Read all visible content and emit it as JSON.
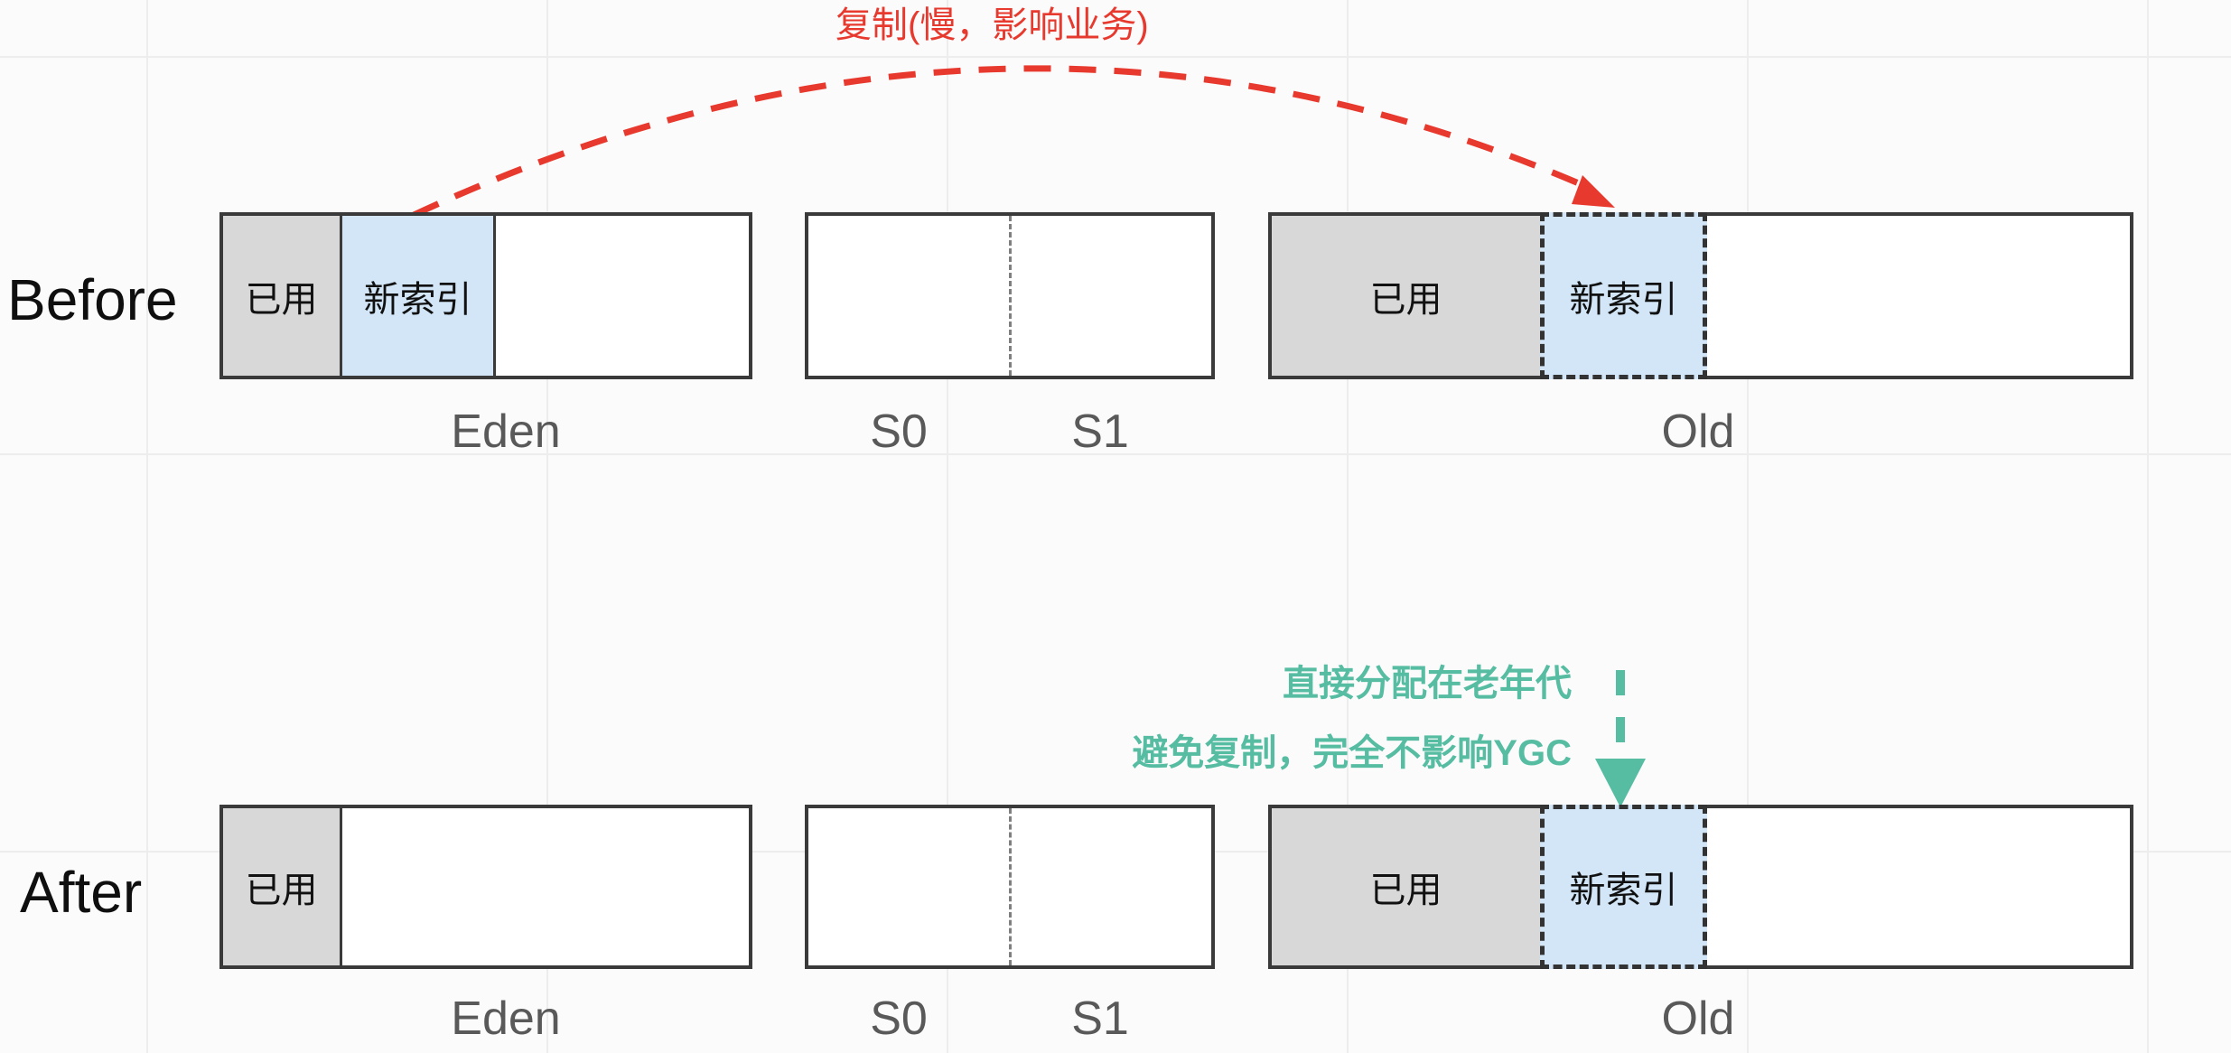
{
  "annotations": {
    "copy_label": "复制(慢，影响业务)",
    "direct_line1": "直接分配在老年代",
    "direct_line2": "避免复制，完全不影响YGC"
  },
  "before": {
    "label": "Before",
    "eden_used": "已用",
    "eden_new_index": "新索引",
    "eden_caption": "Eden",
    "s0_caption": "S0",
    "s1_caption": "S1",
    "old_used": "已用",
    "old_new_index": "新索引",
    "old_caption": "Old"
  },
  "after": {
    "label": "After",
    "eden_used": "已用",
    "eden_caption": "Eden",
    "s0_caption": "S0",
    "s1_caption": "S1",
    "old_used": "已用",
    "old_new_index": "新索引",
    "old_caption": "Old"
  },
  "colors": {
    "accent_red": "#e8392e",
    "accent_teal": "#56bda2",
    "fill_used_gray": "#d8d8d8",
    "fill_new_index_blue": "#d2e6f7",
    "box_border": "#3a3a3a",
    "caption_gray": "#595959"
  }
}
